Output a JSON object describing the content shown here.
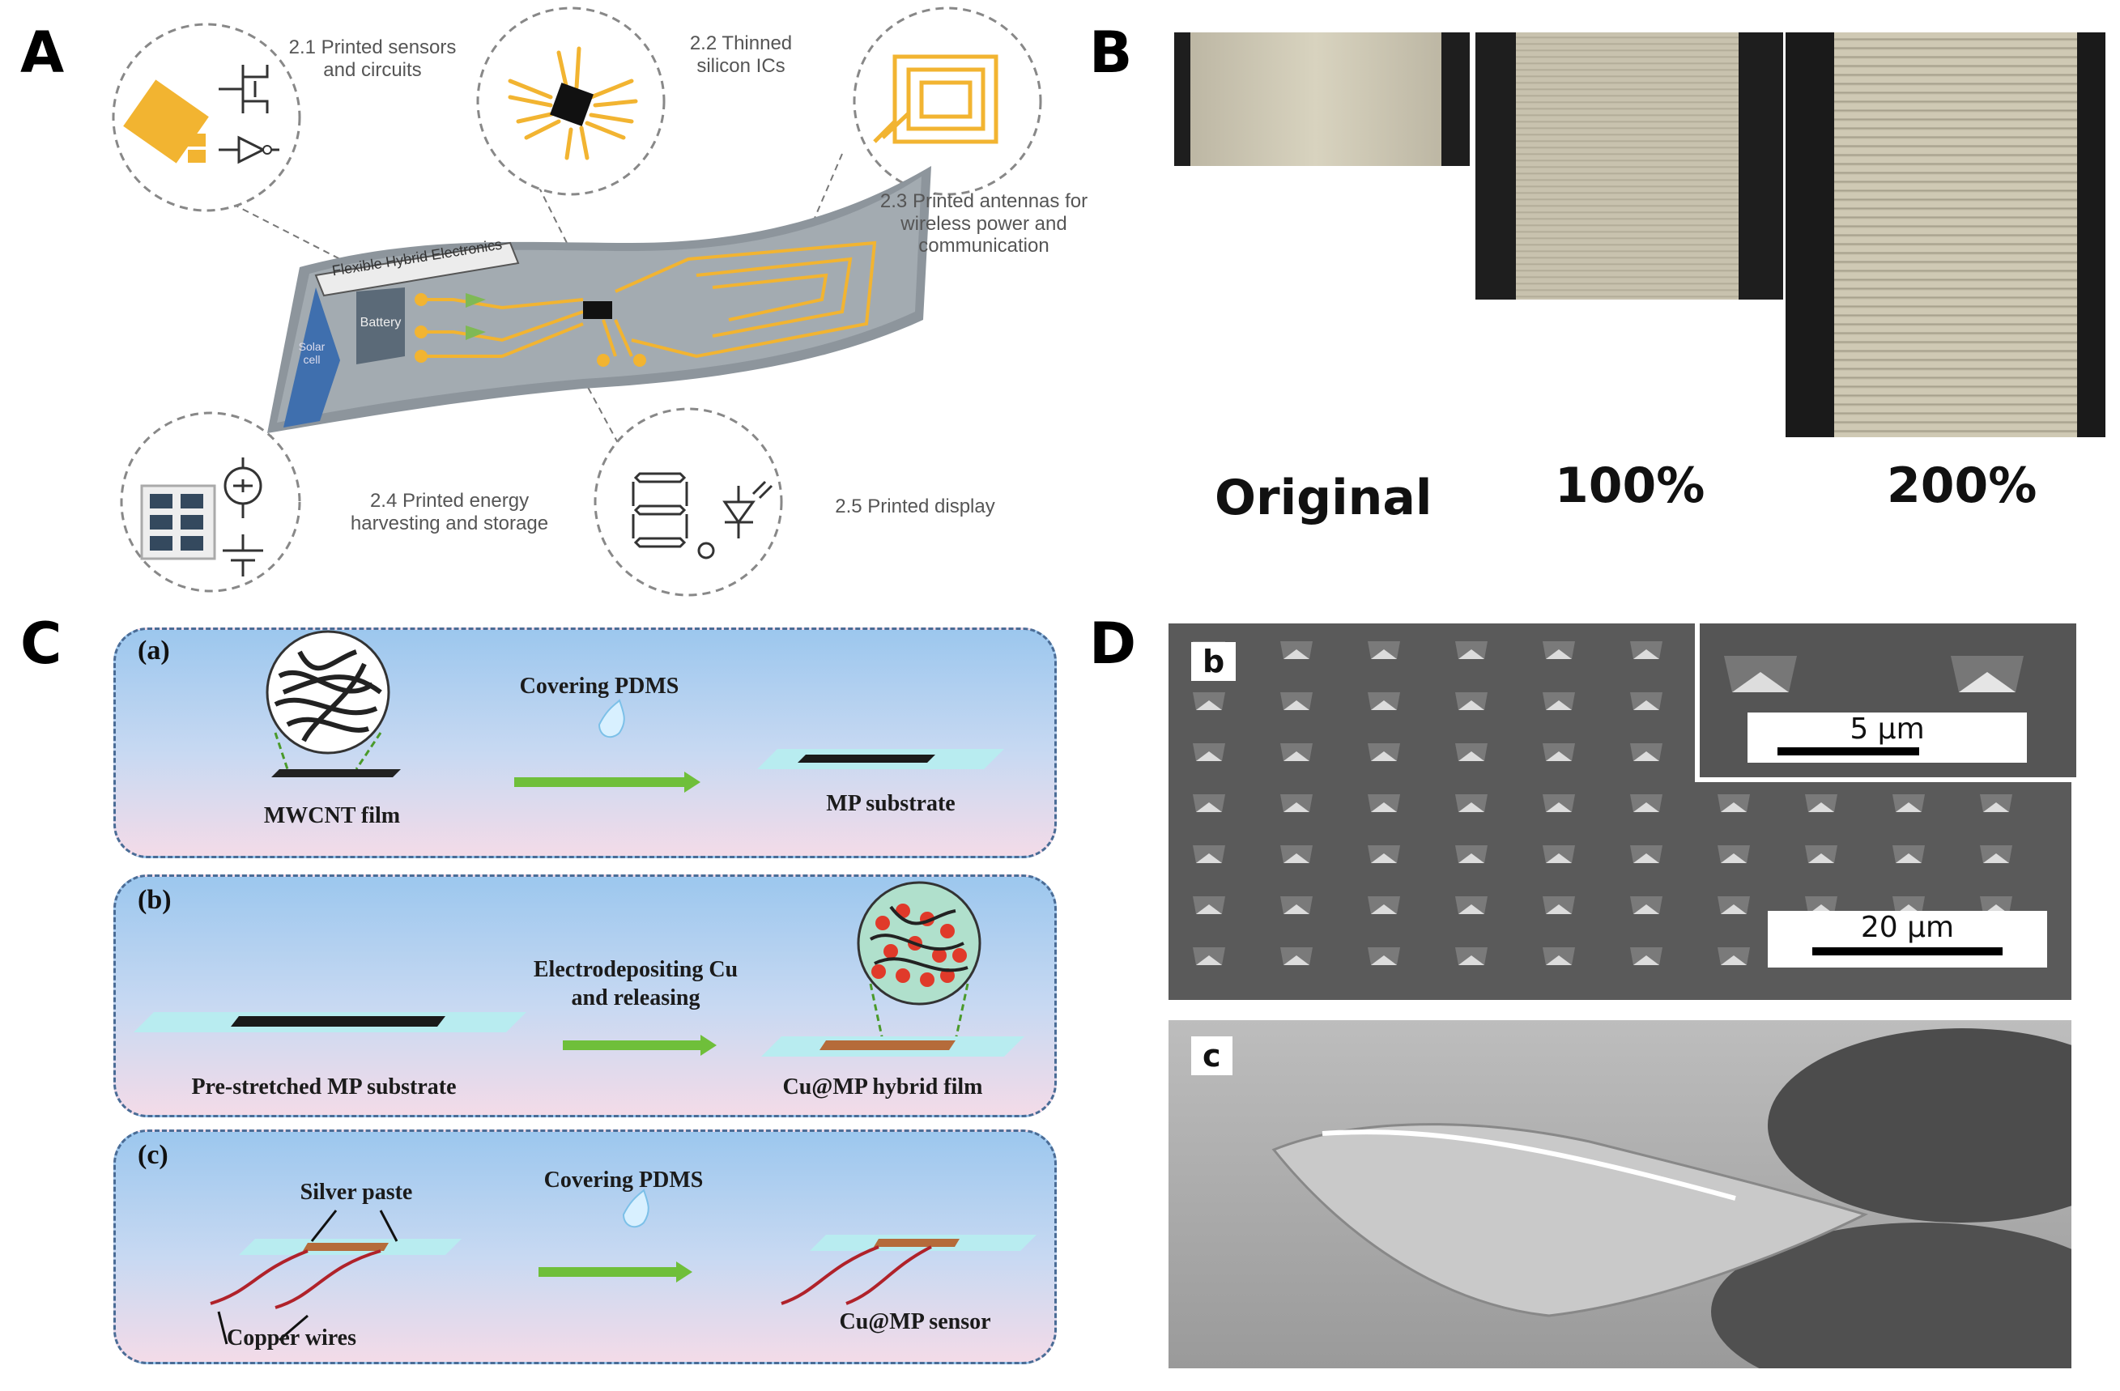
{
  "panels": {
    "A": "A",
    "B": "B",
    "C": "C",
    "D": "D"
  },
  "panelA": {
    "items": [
      {
        "id": "2.1",
        "label": "2.1 Printed sensors\nand circuits"
      },
      {
        "id": "2.2",
        "label": "2.2 Thinned\nsilicon ICs"
      },
      {
        "id": "2.3",
        "label": "2.3 Printed antennas for\nwireless power and\ncommunication"
      },
      {
        "id": "2.4",
        "label": "2.4 Printed energy\nharvesting and storage"
      },
      {
        "id": "2.5",
        "label": "2.5 Printed display"
      }
    ],
    "board_title": "Flexible Hybrid Electronics",
    "battery": "Battery",
    "solar": "Solar\ncell"
  },
  "panelB": {
    "labels": [
      "Original",
      "100%",
      "200%"
    ]
  },
  "panelC": {
    "a": {
      "tag": "(a)",
      "step": "Covering PDMS",
      "left": "MWCNT film",
      "right": "MP substrate"
    },
    "b": {
      "tag": "(b)",
      "step": "Electrodepositing Cu\nand releasing",
      "left": "Pre-stretched  MP substrate",
      "right": "Cu@MP hybrid film"
    },
    "c": {
      "tag": "(c)",
      "step": "Covering PDMS",
      "paste": "Silver paste",
      "wires": "Copper wires",
      "right": "Cu@MP sensor"
    }
  },
  "panelD": {
    "b": {
      "label": "b",
      "inset_scale": "5 μm",
      "main_scale": "20 μm"
    },
    "c": {
      "label": "c"
    }
  },
  "colors": {
    "gold": "#f2b431",
    "board": "#8d959c",
    "arrow": "#6fbf3a",
    "box_border": "#4a6c96"
  }
}
